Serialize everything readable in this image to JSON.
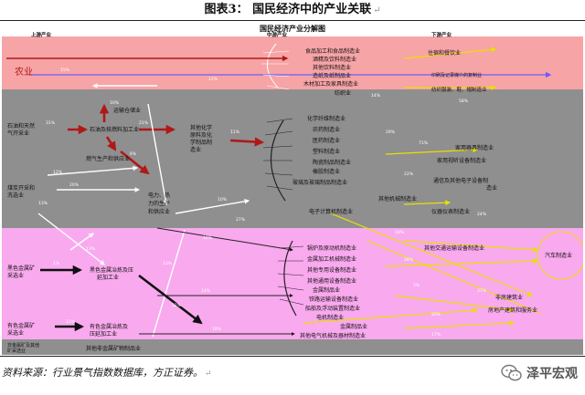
{
  "caption": {
    "title": "图表3：   国民经济中的产业关联",
    "return_mark": "↵"
  },
  "diagram": {
    "title": "国民经济产业分解图",
    "upstream_label": "上游产业",
    "midstream_label": "中游产业",
    "downstream_label": "下游产业",
    "nodes": {
      "agriculture": "农业",
      "oil_gas": [
        "石油和天然",
        "气开采业"
      ],
      "transport": "运输仓储业",
      "petroleum_coke": "石油及核燃料加工业",
      "gas_production": "燃气生产和供应业",
      "coal": [
        "煤炭开采和",
        "洗选业"
      ],
      "electricity": [
        "电力、热",
        "力的生产",
        "和供应业"
      ],
      "other_chemical": [
        "其他化学",
        "原料及化",
        "学制品制",
        "造业"
      ],
      "ferrous_mining": [
        "黑色金属矿",
        "采选业"
      ],
      "ferrous_smelting": [
        "黑色金属冶炼及压",
        "延加工业"
      ],
      "nonferrous_mining": [
        "有色金属矿",
        "采选业"
      ],
      "nonferrous_smelting": [
        "有色金属冶炼及",
        "压延加工业"
      ],
      "nonmetal_mining": [
        "非金属矿及其他",
        "矿采选业"
      ],
      "nonmetal_products": "其他非金属矿物制品业",
      "food_group": [
        "食品加工和食品制造业",
        "酒精及饮料制造业",
        "其他饮料制造业",
        "造纸及纸制品业",
        "木材加工及家具制造业",
        "纺织业"
      ],
      "chem_group": [
        "化学纤维制造业",
        "农药制造业",
        "医药制造业",
        "塑料制造业",
        "陶瓷制品制造业",
        "橡胶制造业"
      ],
      "glass": "玻璃及玻璃制品制造业",
      "computer": "电子计算机制造业",
      "other_machinery": "其他机械制造业",
      "metal_group": [
        "锅炉及原动机制造业",
        "金属加工机械制造业",
        "其他专用设备制造业",
        "其他通用设备制造业",
        "金属制品业"
      ],
      "rail_group": [
        "铁路运输设备制造业",
        "船舶及浮动装置制造业",
        "电机制造业"
      ],
      "metal_products": "金属制品业",
      "other_elec_equipment": "其他电气机械及器材制造业",
      "catering": "住宿和餐饮业",
      "leather": "印刷及记录媒介的复制业",
      "apparel": "纺织服装、鞋、帽制造业",
      "furniture": "家用器具制造业",
      "home_audio": "家用视听设备制造业",
      "telecom": [
        "通信及其他电子设备制",
        "造业"
      ],
      "instrument": "仪器仪表制造业",
      "other_transport": "其他交通运输设备制造业",
      "auto": "汽车制造业",
      "nonresidential": "非房建筑业",
      "real_estate": "房地产建筑和服务业"
    },
    "flow_percents": [
      "15%",
      "12%",
      "31%",
      "21%",
      "10%",
      "6%",
      "12%",
      "20%",
      "11%",
      "10%",
      "27%",
      "13%",
      "13%",
      "1%",
      "13%",
      "10%",
      "14%",
      "12%",
      "11%",
      "18%",
      "29%",
      "71%",
      "22%",
      "18%",
      "28%",
      "3%",
      "20%",
      "37%",
      "14%",
      "58%",
      "24%",
      "17%"
    ],
    "colors": {
      "panel_grey": "#8f8f8f",
      "top_band": "#f7a4a6",
      "bottom_band": "#f9a9ee",
      "dark_red": "#b01818",
      "black": "#101010",
      "yellow": "#e8e000",
      "blue_violet": "#6b5cff",
      "white": "#ffffff"
    }
  },
  "footer": {
    "source": "资料来源：行业景气指数数据库，方正证券。",
    "return_mark": "↵",
    "watermark": "泽平宏观",
    "watermark_icon": "wechat-icon"
  }
}
